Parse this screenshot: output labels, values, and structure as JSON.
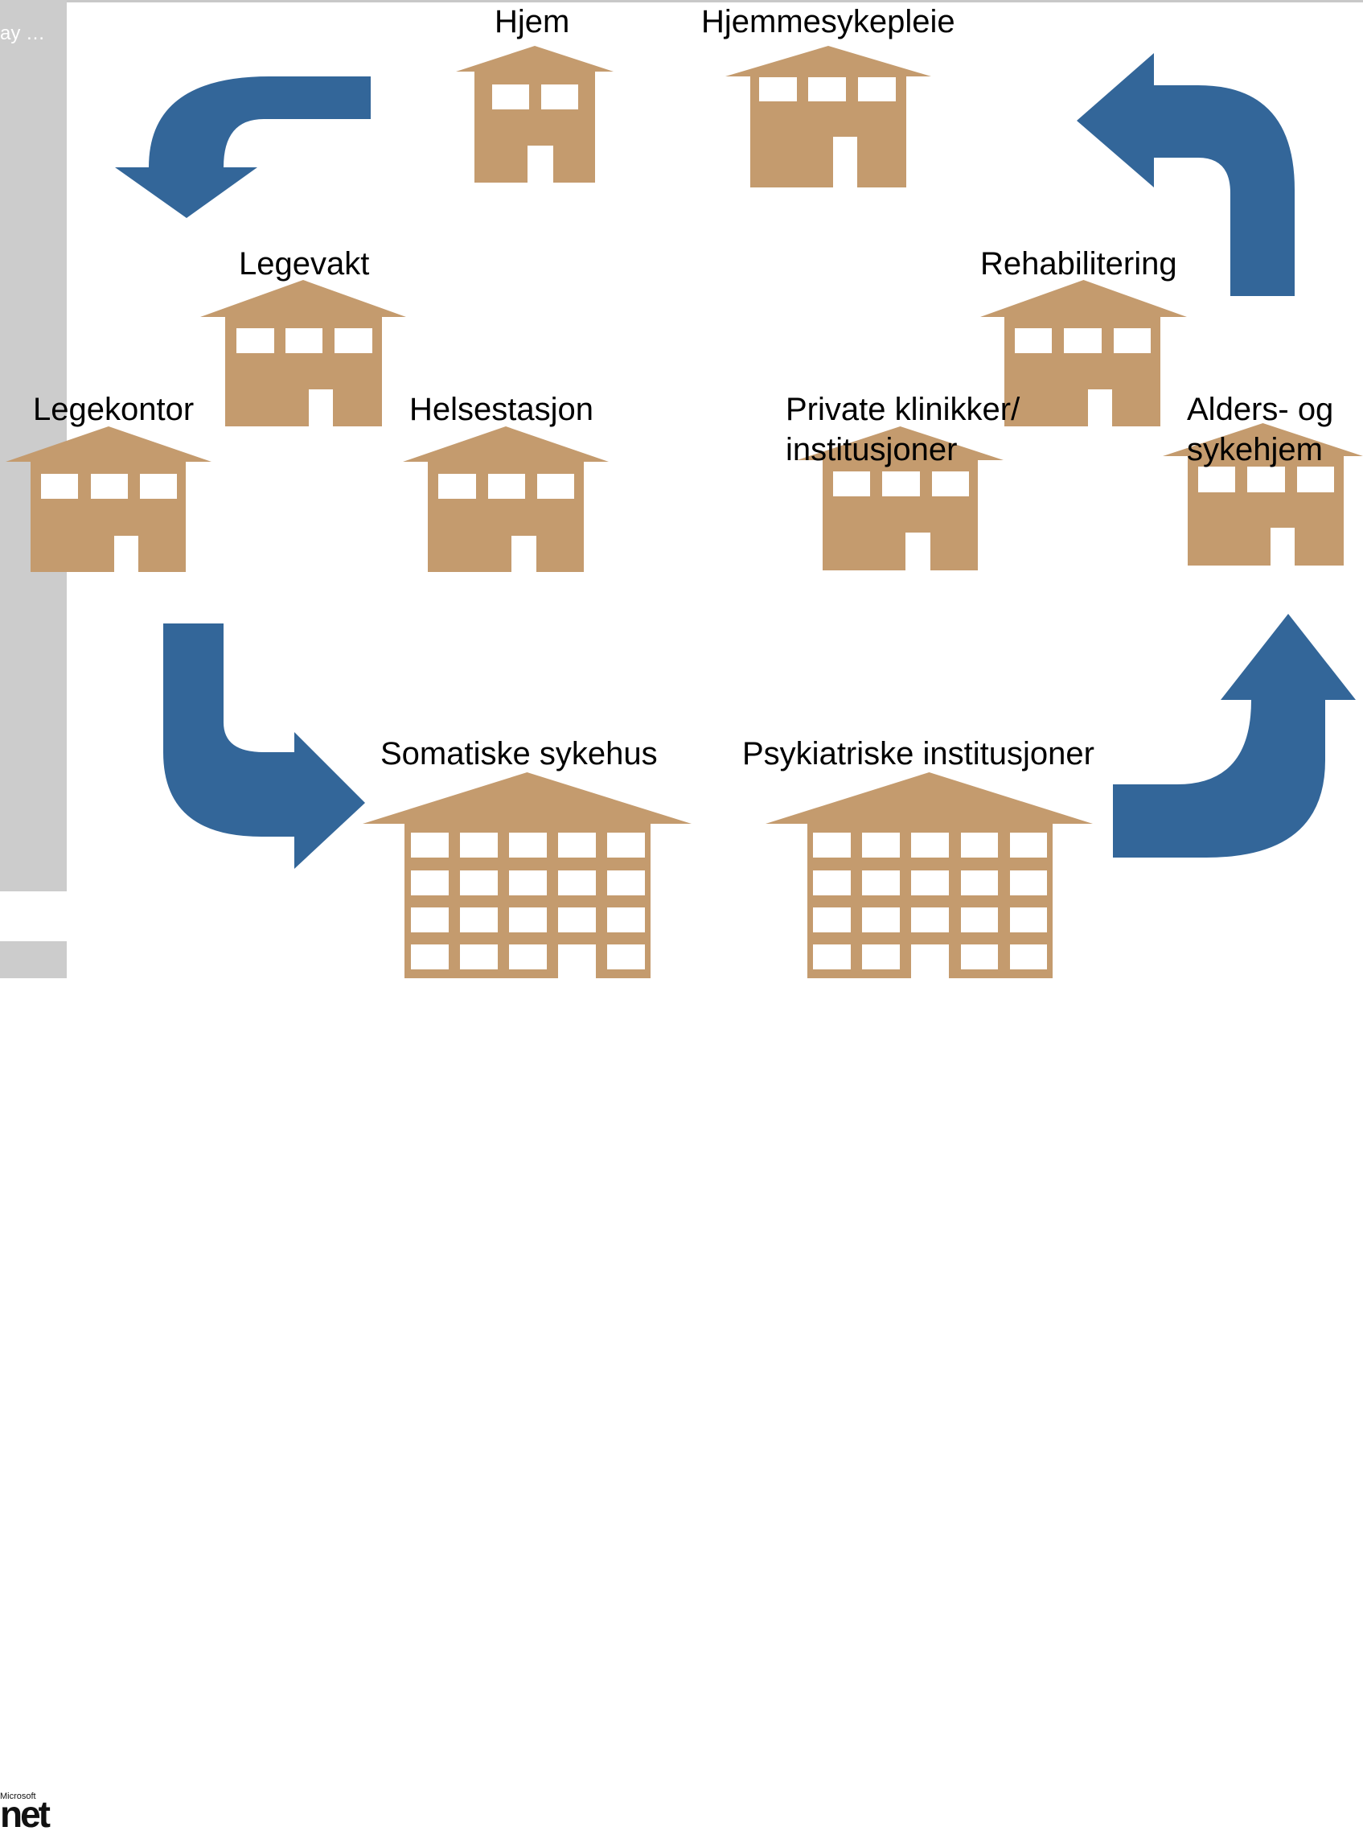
{
  "sidebar": {
    "text": "ay …"
  },
  "logo": {
    "small": "Microsoft",
    "net": "net"
  },
  "colors": {
    "building": "#C49B6E",
    "arrow": "#336699",
    "window": "#FFFFFF"
  },
  "labels": {
    "hjem": "Hjem",
    "hjemmesykepleie": "Hjemmesykepleie",
    "legevakt": "Legevakt",
    "rehabilitering": "Rehabilitering",
    "legekontor": "Legekontor",
    "helsestasjon": "Helsestasjon",
    "private": "Private klinikker/\ninstitusjoner",
    "alders": "Alders- og\nsykehjem",
    "somatiske": "Somatiske sykehus",
    "psykiatriske": "Psykiatriske institusjoner"
  }
}
